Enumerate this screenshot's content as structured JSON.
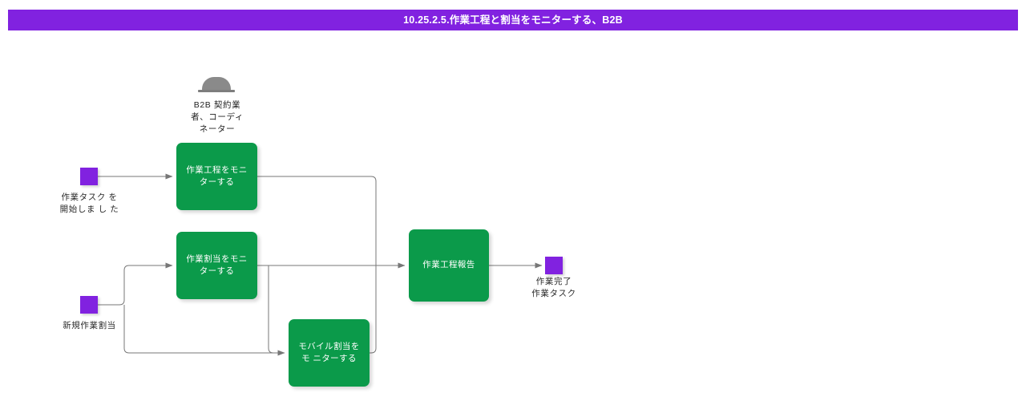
{
  "window": {
    "title": "10.25.2.5.作業工程と割当をモニターする、B2B",
    "title_bar_color": "#8122E0"
  },
  "theme": {
    "task_fill": "#0B9A4A",
    "task_text": "#ffffff",
    "event_fill": "#8122E0",
    "connector_stroke": "#777777",
    "actor_fill": "#8a8a8a",
    "canvas_background": "#ffffff"
  },
  "diagram": {
    "type": "bpmn-flowchart",
    "actors": [
      {
        "id": "actor-b2b-contractor",
        "icon": "actor-icon",
        "label": "B2B 契約業\n者、コーディ\nネーター"
      }
    ],
    "events": [
      {
        "id": "event-work-task-started",
        "kind": "start",
        "label": "作業タスク を\n開始しま し た"
      },
      {
        "id": "event-new-work-assignment",
        "kind": "start",
        "label": "新規作業割当"
      },
      {
        "id": "event-work-completed",
        "kind": "end",
        "label": "作業完了\n作業タスク"
      }
    ],
    "tasks": [
      {
        "id": "task-monitor-work-process",
        "label": "作業工程をモニ\nターする"
      },
      {
        "id": "task-monitor-work-assignment",
        "label": "作業割当をモニ\nターする"
      },
      {
        "id": "task-monitor-mobile-assignment",
        "label": "モバイル割当をモ\nニターする"
      },
      {
        "id": "task-work-process-report",
        "label": "作業工程報告"
      }
    ],
    "flows": [
      {
        "from": "event-work-task-started",
        "to": "task-monitor-work-process"
      },
      {
        "from": "task-monitor-work-process",
        "to": "task-work-process-report"
      },
      {
        "from": "event-new-work-assignment",
        "to": "task-monitor-work-assignment"
      },
      {
        "from": "event-new-work-assignment",
        "to": "task-monitor-mobile-assignment"
      },
      {
        "from": "task-monitor-work-assignment",
        "to": "task-work-process-report"
      },
      {
        "from": "task-monitor-work-assignment",
        "to": "task-monitor-mobile-assignment"
      },
      {
        "from": "task-monitor-mobile-assignment",
        "to": "task-work-process-report"
      },
      {
        "from": "task-work-process-report",
        "to": "event-work-completed"
      }
    ]
  }
}
